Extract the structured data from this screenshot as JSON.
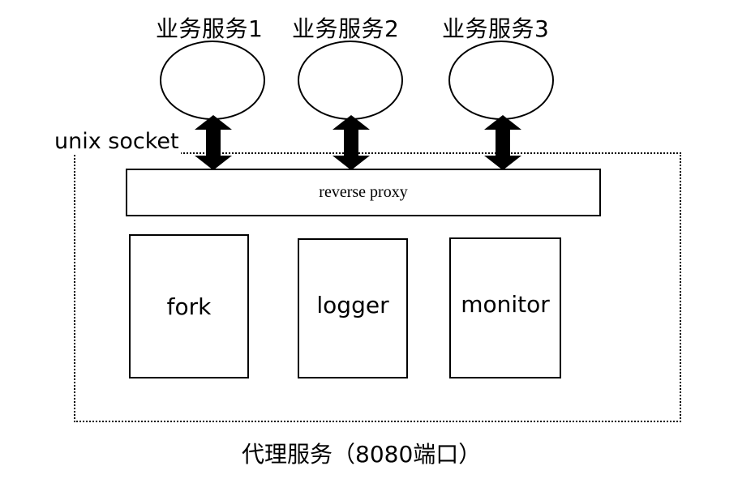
{
  "services": [
    {
      "label": "业务服务1"
    },
    {
      "label": "业务服务2"
    },
    {
      "label": "业务服务3"
    }
  ],
  "connector_label": "unix socket",
  "proxy_label": "reverse proxy",
  "modules": [
    {
      "label": "fork"
    },
    {
      "label": "logger"
    },
    {
      "label": "monitor"
    }
  ],
  "container_label": "代理服务（8080端口）"
}
